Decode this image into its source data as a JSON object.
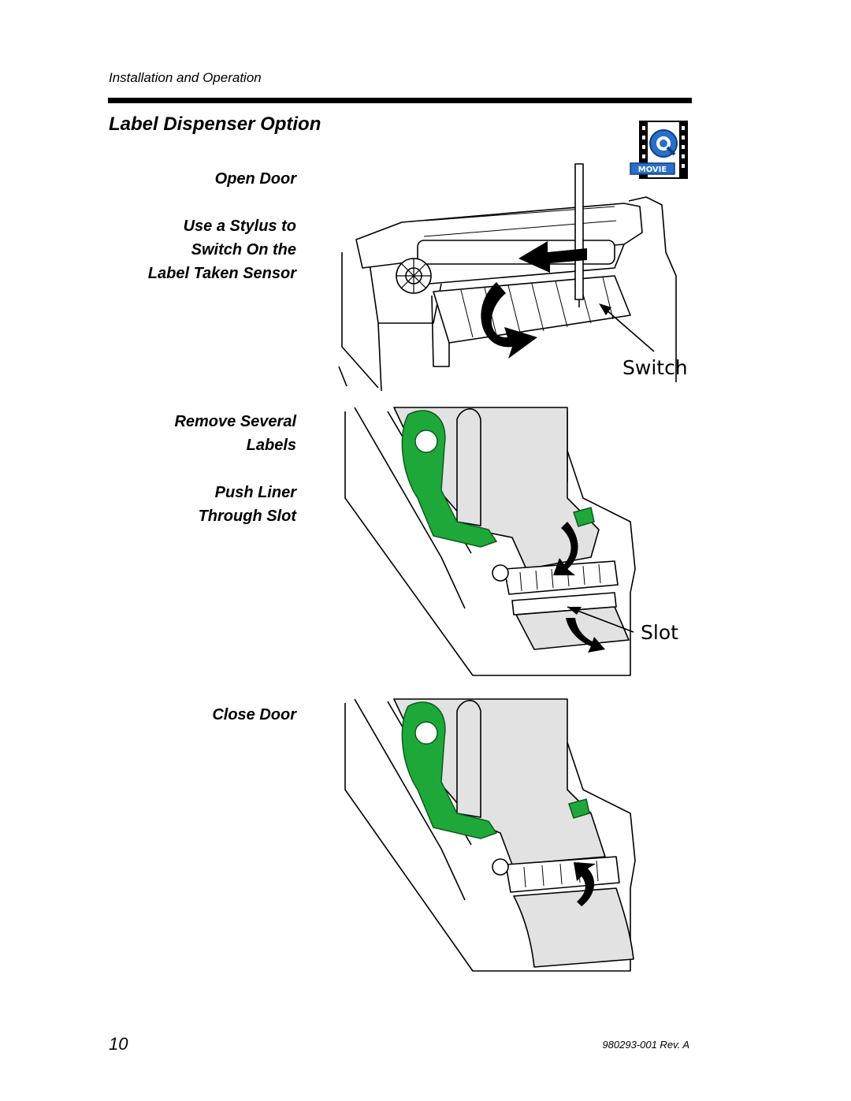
{
  "header": {
    "running_title": "Installation and Operation"
  },
  "section": {
    "title": "Label Dispenser Option"
  },
  "steps": {
    "open": [
      "Open Door",
      "",
      "Use a Stylus to",
      "Switch On the",
      "Label Taken Sensor"
    ],
    "remove": [
      "Remove Several",
      "Labels",
      "",
      "Push Liner",
      "Through Slot"
    ],
    "close": [
      "Close Door"
    ]
  },
  "movie_icon": {
    "label": "MOVIE",
    "icon": "quicktime-movie-icon"
  },
  "callouts": {
    "switch": "Switch",
    "slot": "Slot"
  },
  "colors": {
    "spindle_green": "#1fa83a",
    "liner_gray": "#e2e2e2",
    "movie_blue": "#2a6fc9"
  },
  "footer": {
    "page_number": "10",
    "doc_number": "980293-001 Rev. A"
  }
}
